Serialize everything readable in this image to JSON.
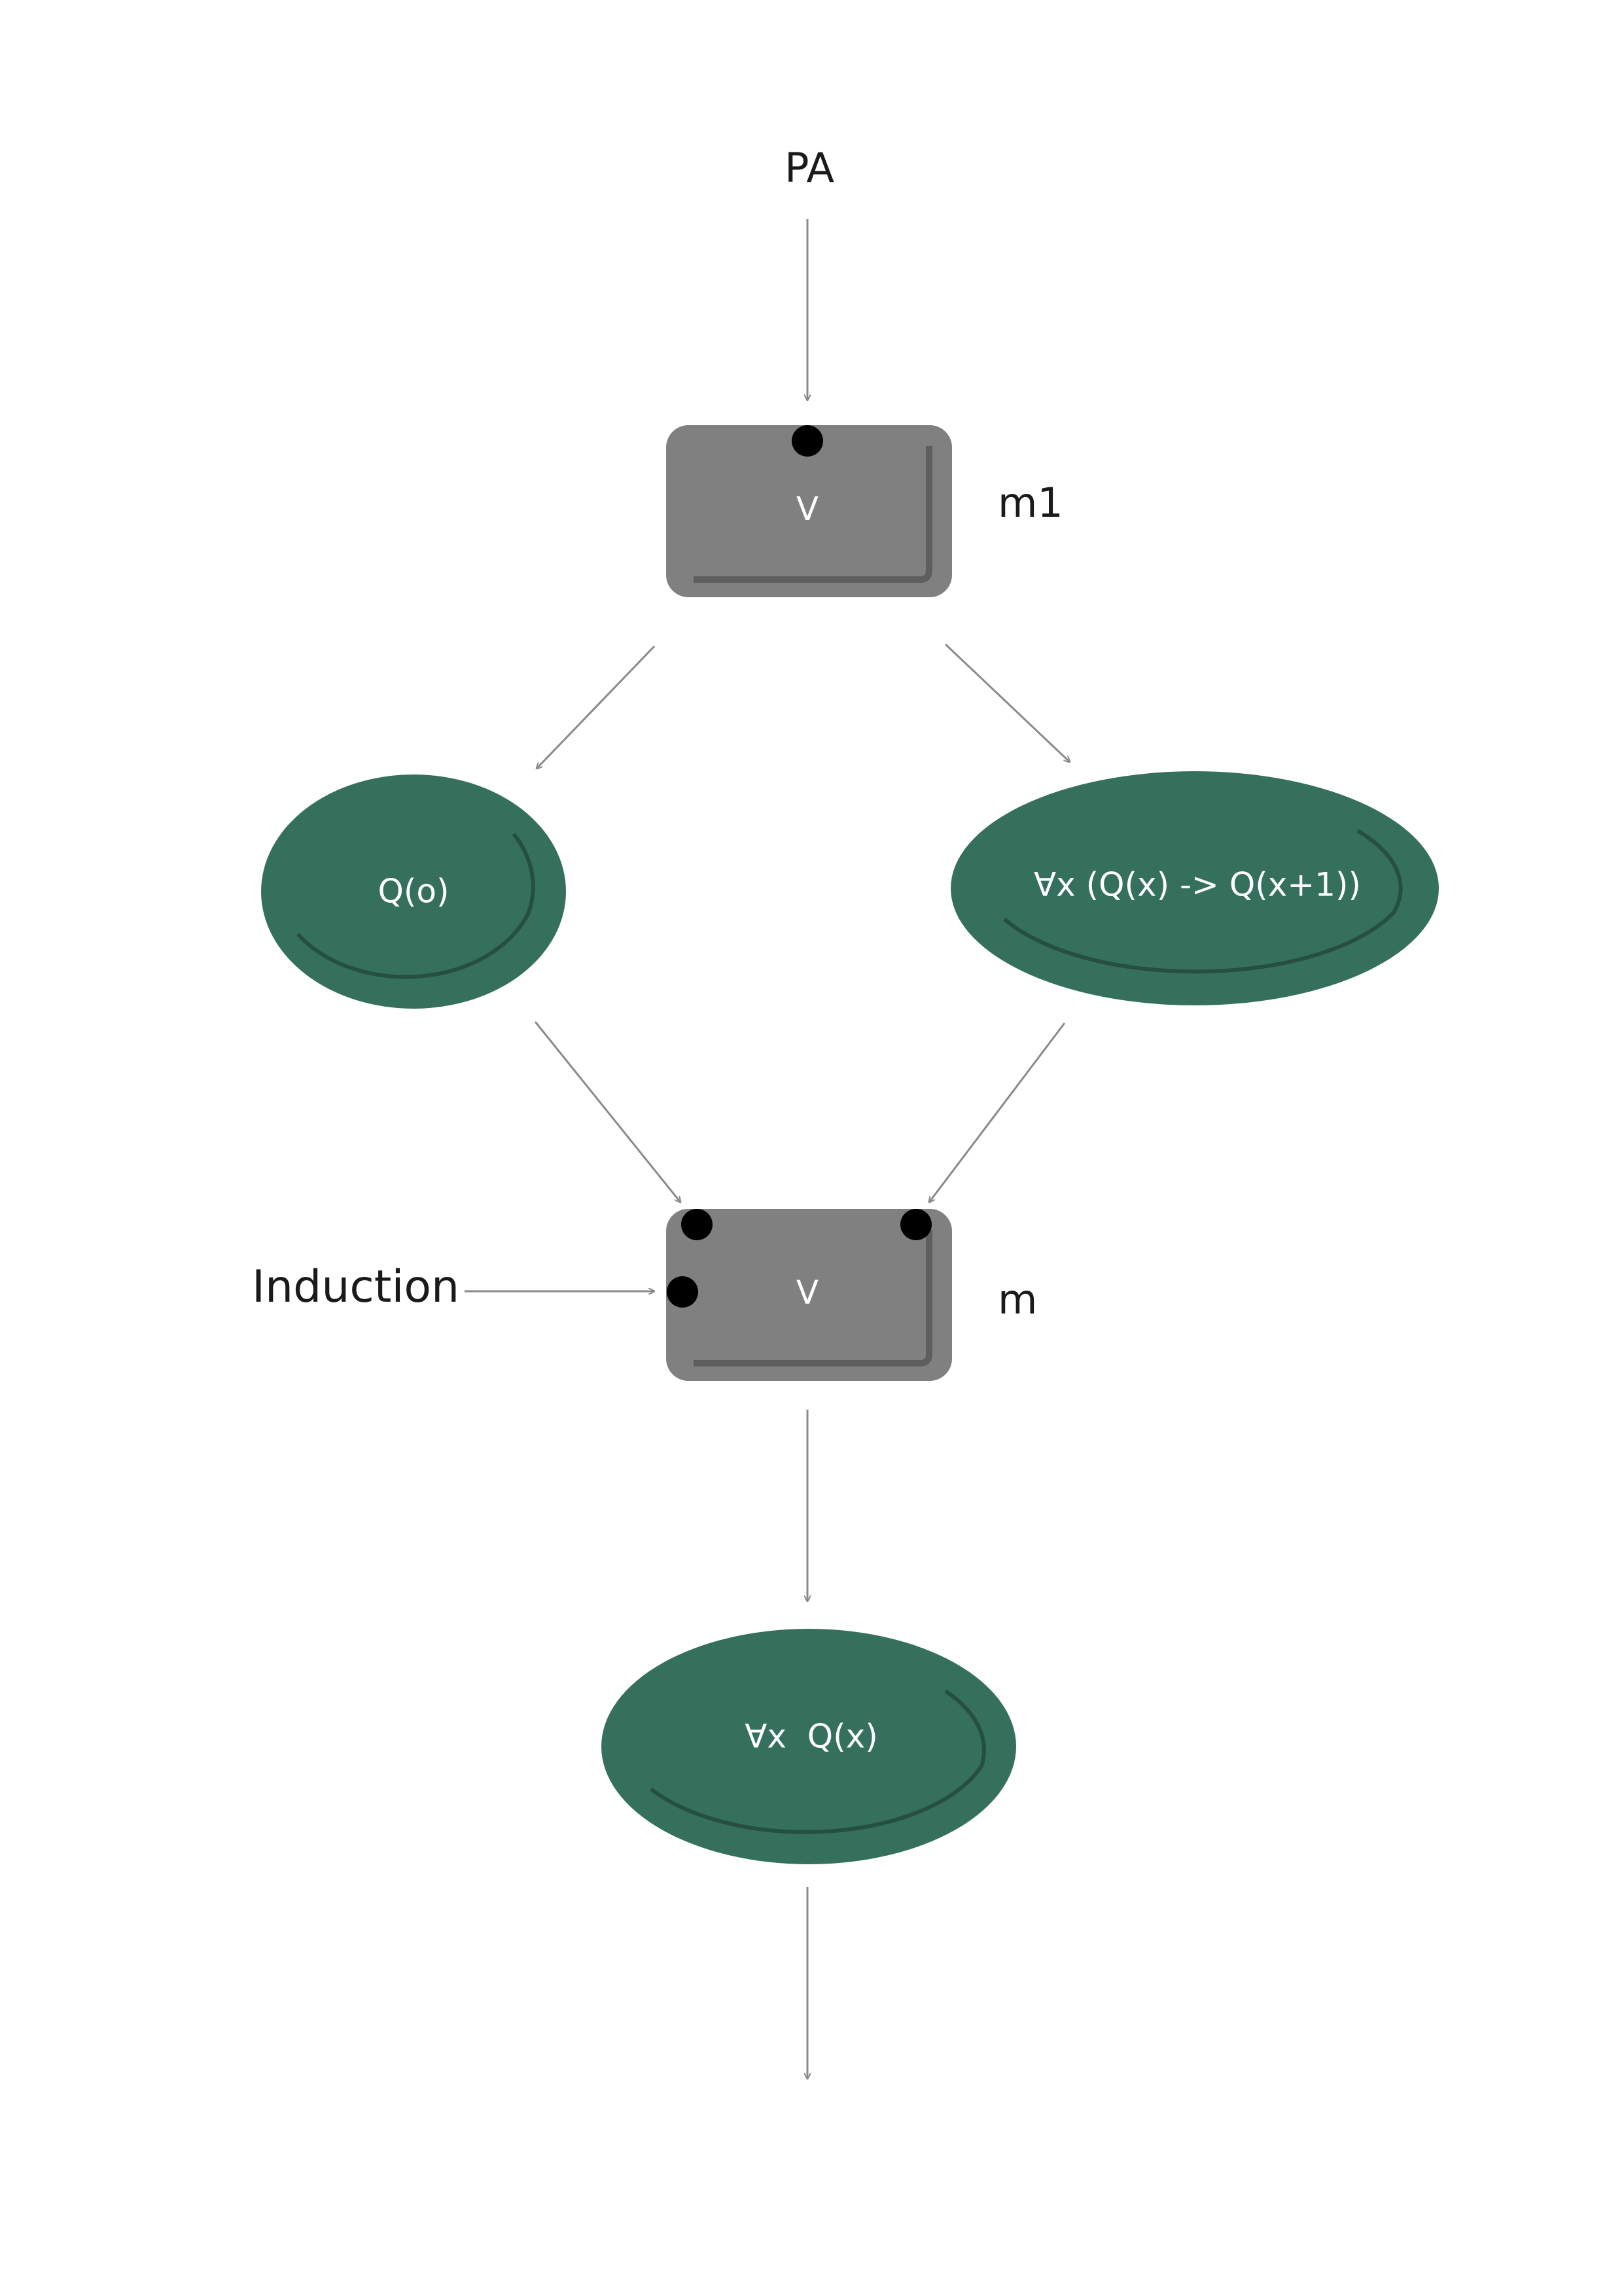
{
  "labels": {
    "pa": "PA",
    "m1": "m1",
    "m": "m",
    "induction": "Induction"
  },
  "nodes": {
    "box_top": "V",
    "ellipse_left": "Q(o)",
    "ellipse_right": "∀x (Q(x) -> Q(x+1))",
    "box_bottom": "V",
    "ellipse_bottom": "∀x  Q(x)"
  },
  "colors": {
    "box_fill": "#808080",
    "box_shadow": "#5e5e5e",
    "ellipse_fill": "#35705c",
    "ellipse_shadow": "#264f41",
    "edge": "#8a8a8a",
    "port": "#000000"
  }
}
